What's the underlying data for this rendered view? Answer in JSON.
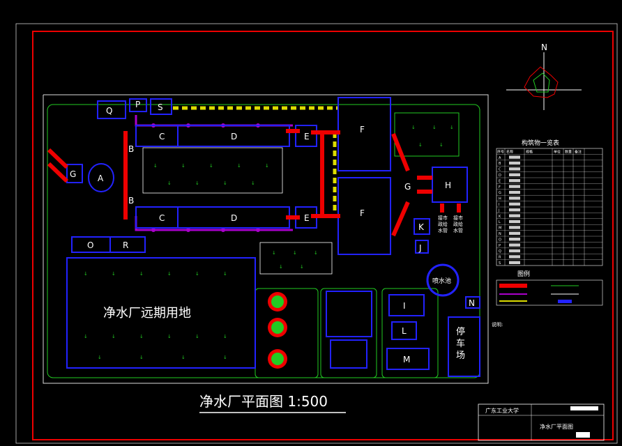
{
  "title": "净水厂平面图 1:500",
  "future_land": "净水厂远期用地",
  "parking": [
    "停",
    "车",
    "场"
  ],
  "fountain": "喷水池",
  "north": "N",
  "north_small": "N",
  "legend_title": "构筑物一览表",
  "legend_headers": [
    "序号",
    "名称",
    "规格",
    "单位",
    "数量",
    "备注"
  ],
  "legend_letters": [
    "A",
    "B",
    "C",
    "D",
    "E",
    "F",
    "G",
    "H",
    "I",
    "J",
    "K",
    "L",
    "M",
    "N",
    "O",
    "P",
    "Q",
    "R",
    "S"
  ],
  "legend2_title": "图例",
  "notes_title": "说明:",
  "wash_labels": [
    "接市",
    "政给",
    "水管"
  ],
  "title_block": {
    "school": "广东工业大学",
    "drawing": "净水厂平面图"
  },
  "units": {
    "A": "A",
    "B1": "B",
    "B2": "B",
    "C1": "C",
    "C2": "C",
    "D1": "D",
    "D2": "D",
    "E1": "E",
    "E2": "E",
    "F1": "F",
    "F2": "F",
    "G1": "G",
    "G2": "G",
    "H": "H",
    "I": "I",
    "J": "J",
    "K": "K",
    "L": "L",
    "M": "M",
    "N": "N",
    "O": "O",
    "P": "P",
    "Q": "Q",
    "R": "R",
    "S": "S"
  }
}
